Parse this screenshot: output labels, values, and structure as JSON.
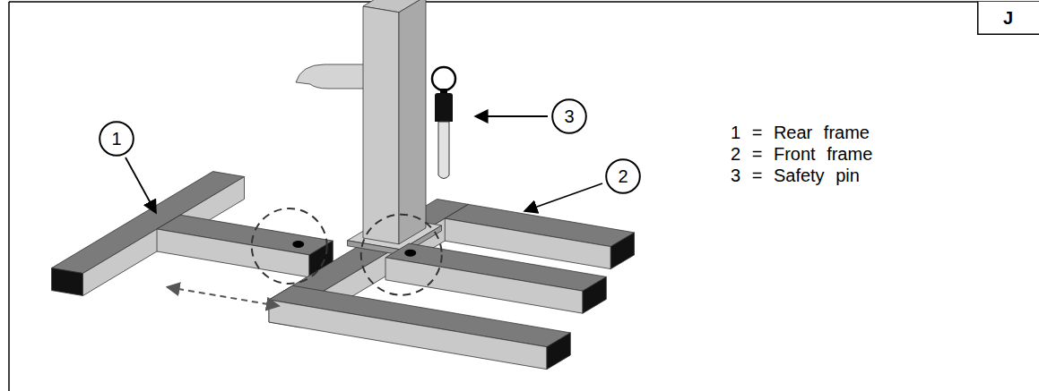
{
  "diagram": {
    "nodes": [
      {
        "text": [
          "J"
        ]
      },
      {
        "text": [
          "3"
        ]
      },
      {
        "text": [
          "1"
        ]
      },
      {
        "text": [
          "2"
        ]
      }
    ],
    "labels": [
      "1 = Rear frame",
      "2 = Front frame",
      "3 = Safety pin"
    ]
  }
}
